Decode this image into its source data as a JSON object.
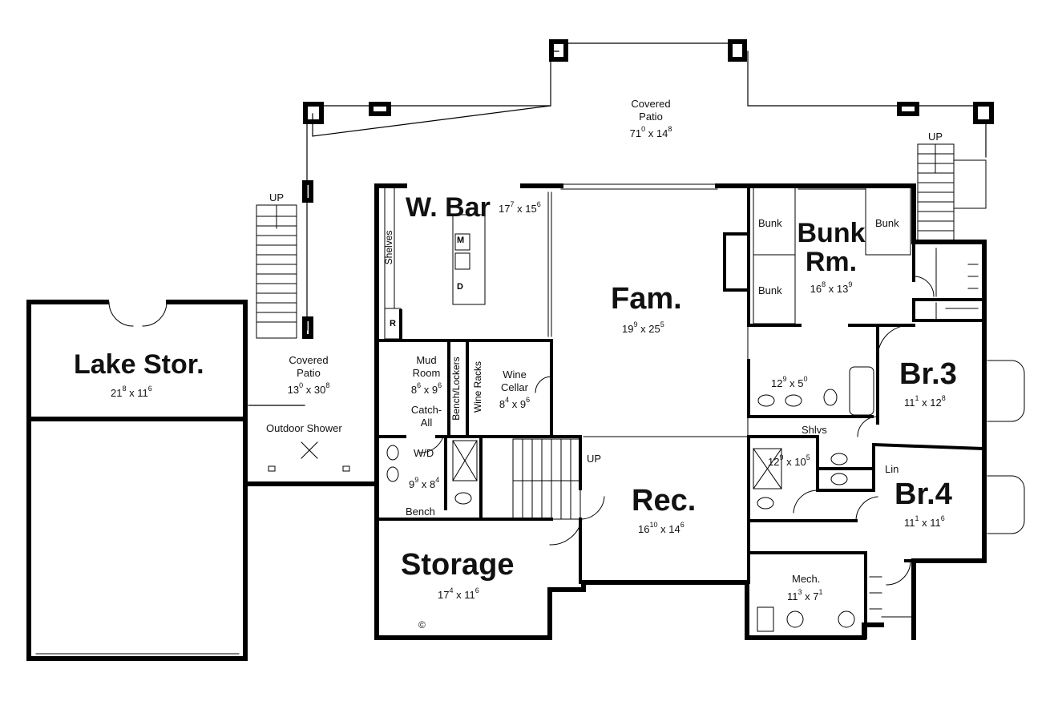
{
  "rooms": {
    "covered_patio_top": {
      "name": "Covered\nPatio",
      "dim": [
        "71",
        "0",
        "14",
        "8"
      ]
    },
    "covered_patio_left": {
      "name": "Covered\nPatio",
      "dim": [
        "13",
        "0",
        "30",
        "8"
      ]
    },
    "wet_bar": {
      "name": "W. Bar",
      "dim": [
        "17",
        "7",
        "15",
        "6"
      ]
    },
    "family": {
      "name": "Fam.",
      "dim": [
        "19",
        "9",
        "25",
        "5"
      ]
    },
    "bunk_room": {
      "name": "Bunk\nRm.",
      "dim": [
        "16",
        "8",
        "13",
        "9"
      ]
    },
    "lake_storage": {
      "name": "Lake Stor.",
      "dim": [
        "21",
        "8",
        "11",
        "6"
      ]
    },
    "mud_room": {
      "name": "Mud\nRoom",
      "dim": [
        "8",
        "6",
        "9",
        "6"
      ]
    },
    "wine_cellar": {
      "name": "Wine\nCellar",
      "dim": [
        "8",
        "4",
        "9",
        "6"
      ]
    },
    "bedroom_3": {
      "name": "Br.3",
      "dim": [
        "11",
        "1",
        "12",
        "8"
      ]
    },
    "bath_3": {
      "name": "",
      "dim": [
        "12",
        "9",
        "5",
        "0"
      ]
    },
    "bath_4": {
      "name": "",
      "dim": [
        "12",
        "9",
        "10",
        "5"
      ]
    },
    "bedroom_4": {
      "name": "Br.4",
      "dim": [
        "11",
        "1",
        "11",
        "6"
      ]
    },
    "recreation": {
      "name": "Rec.",
      "dim": [
        "16",
        "10",
        "14",
        "6"
      ]
    },
    "storage": {
      "name": "Storage",
      "dim": [
        "17",
        "4",
        "11",
        "6"
      ]
    },
    "mechanical": {
      "name": "Mech.",
      "dim": [
        "11",
        "3",
        "7",
        "1"
      ]
    },
    "laundry": {
      "name": "",
      "dim": [
        "9",
        "9",
        "8",
        "4"
      ]
    }
  },
  "labels": {
    "up_left": "UP",
    "up_right": "UP",
    "up_stair": "UP",
    "outdoor_shower": "Outdoor Shower",
    "shelves": "Shelves",
    "bench_lockers": "Bench/Lockers",
    "wine_racks": "Wine Racks",
    "catch_all": "Catch-\nAll",
    "washer_dryer": "W/D",
    "bench": "Bench",
    "shlvs": "Shlvs",
    "linen": "Lin",
    "bunk_1": "Bunk",
    "bunk_2": "Bunk",
    "bunk_3": "Bunk",
    "fixture_m": "M",
    "fixture_d": "D",
    "fixture_r": "R",
    "copyright": "©"
  },
  "dim_separator": "x"
}
